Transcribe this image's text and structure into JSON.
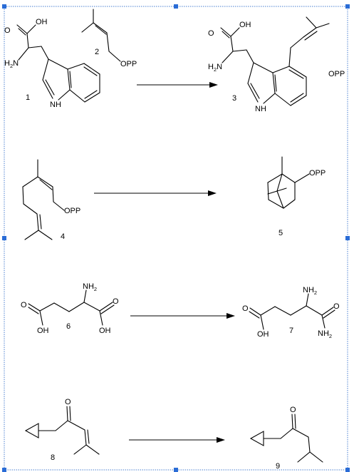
{
  "reactions": [
    {
      "labels": {
        "reactant_a": "1",
        "reactant_b": "2",
        "product": "3"
      },
      "atoms": {
        "oh_1": "OH",
        "o_1": "O",
        "h2n_1": "H2N",
        "nh_1": "NH",
        "opp_2": "OPP",
        "oh_3": "OH",
        "o_3": "O",
        "h2n_3": "H2N",
        "nh_3": "NH",
        "opp_side": "OPP"
      }
    },
    {
      "labels": {
        "reactant": "4",
        "product": "5"
      },
      "atoms": {
        "opp_4": "OPP",
        "opp_5": "OPP"
      }
    },
    {
      "labels": {
        "reactant": "6",
        "product": "7"
      },
      "atoms": {
        "nh2_6": "NH2",
        "o_6a": "O",
        "oh_6a": "OH",
        "o_6b": "O",
        "oh_6b": "OH",
        "nh2_7": "NH2",
        "o_7a": "O",
        "oh_7": "OH",
        "o_7b": "O",
        "nh2_7b": "NH2"
      }
    },
    {
      "labels": {
        "reactant": "8",
        "product": "9"
      },
      "atoms": {
        "o_8": "O",
        "o_9": "O"
      }
    }
  ]
}
